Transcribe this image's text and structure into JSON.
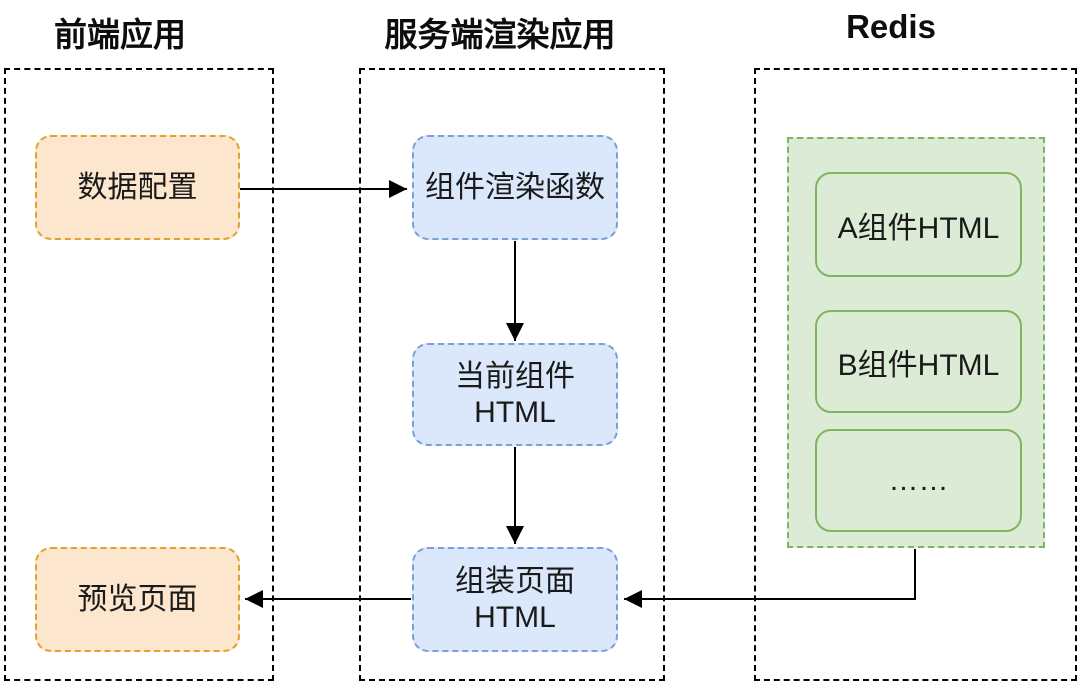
{
  "diagram": {
    "columns": [
      {
        "title": "前端应用"
      },
      {
        "title": "服务端渲染应用"
      },
      {
        "title": "Redis"
      }
    ],
    "nodes": {
      "data_config": {
        "label": "数据配置"
      },
      "preview_page": {
        "label": "预览页面"
      },
      "component_render_fn": {
        "label": "组件渲染函数"
      },
      "current_component_html": {
        "label": "当前组件\nHTML"
      },
      "assemble_page_html": {
        "label": "组装页面\nHTML"
      },
      "redis_cache_group": {
        "items": [
          {
            "label": "A组件HTML"
          },
          {
            "label": "B组件HTML"
          },
          {
            "label": "……"
          }
        ]
      }
    },
    "edges": [
      {
        "from": "data_config",
        "to": "component_render_fn"
      },
      {
        "from": "component_render_fn",
        "to": "current_component_html"
      },
      {
        "from": "current_component_html",
        "to": "assemble_page_html"
      },
      {
        "from": "assemble_page_html",
        "to": "preview_page"
      },
      {
        "from": "redis_cache_group",
        "to": "assemble_page_html"
      }
    ],
    "colors": {
      "container_border": "#000000",
      "orange_fill": "#fce6cd",
      "orange_border": "#dfa22e",
      "blue_fill": "#dbe8fb",
      "blue_border": "#7d9ed6",
      "green_fill": "#dcebd5",
      "green_border_dashed": "#7cb55e",
      "green_border_solid": "#7fb561",
      "arrow": "#000000",
      "text": "#1a1a1a"
    }
  }
}
